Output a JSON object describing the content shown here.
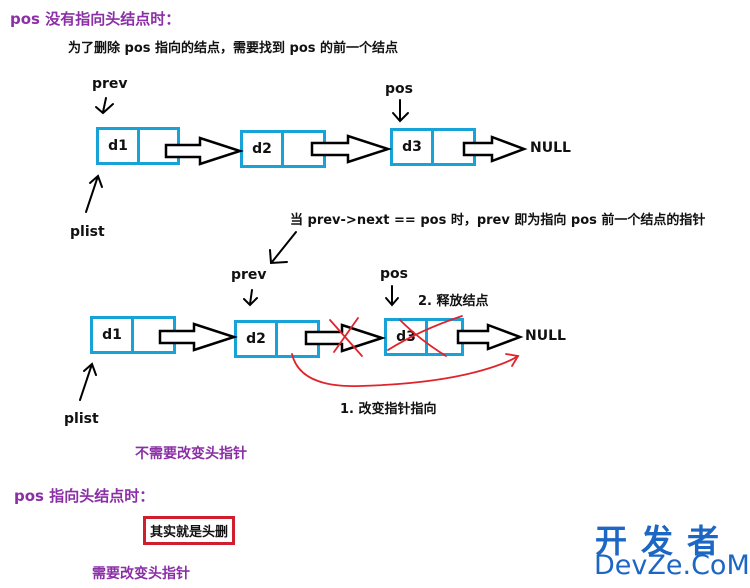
{
  "section1": {
    "heading": "pos 没有指向头结点时：",
    "subtitle": "为了删除 pos 指向的结点，需要找到 pos 的前一个结点",
    "prev_label": "prev",
    "pos_label": "pos",
    "plist_label": "plist",
    "nodes": [
      "d1",
      "d2",
      "d3"
    ],
    "null_label": "NULL"
  },
  "section2": {
    "caption": "当 prev->next == pos 时，prev 即为指向 pos 前一个结点的指针",
    "prev_label": "prev",
    "pos_label": "pos",
    "plist_label": "plist",
    "nodes": [
      "d1",
      "d2",
      "d3"
    ],
    "null_label": "NULL",
    "step2": "2. 释放结点",
    "step1": "1. 改变指针指向",
    "note": "不需要改变头指针"
  },
  "section3": {
    "heading": "pos 指向头结点时：",
    "boxed_text": "其实就是头删",
    "note": "需要改变头指针"
  },
  "watermark": {
    "cn": "开发者",
    "en": "DevZe.CoM"
  },
  "colors": {
    "purple": "#8b2fa6",
    "node_border": "#18a3d8",
    "red": "#d01e2e",
    "watermark": "#1c66c4"
  }
}
